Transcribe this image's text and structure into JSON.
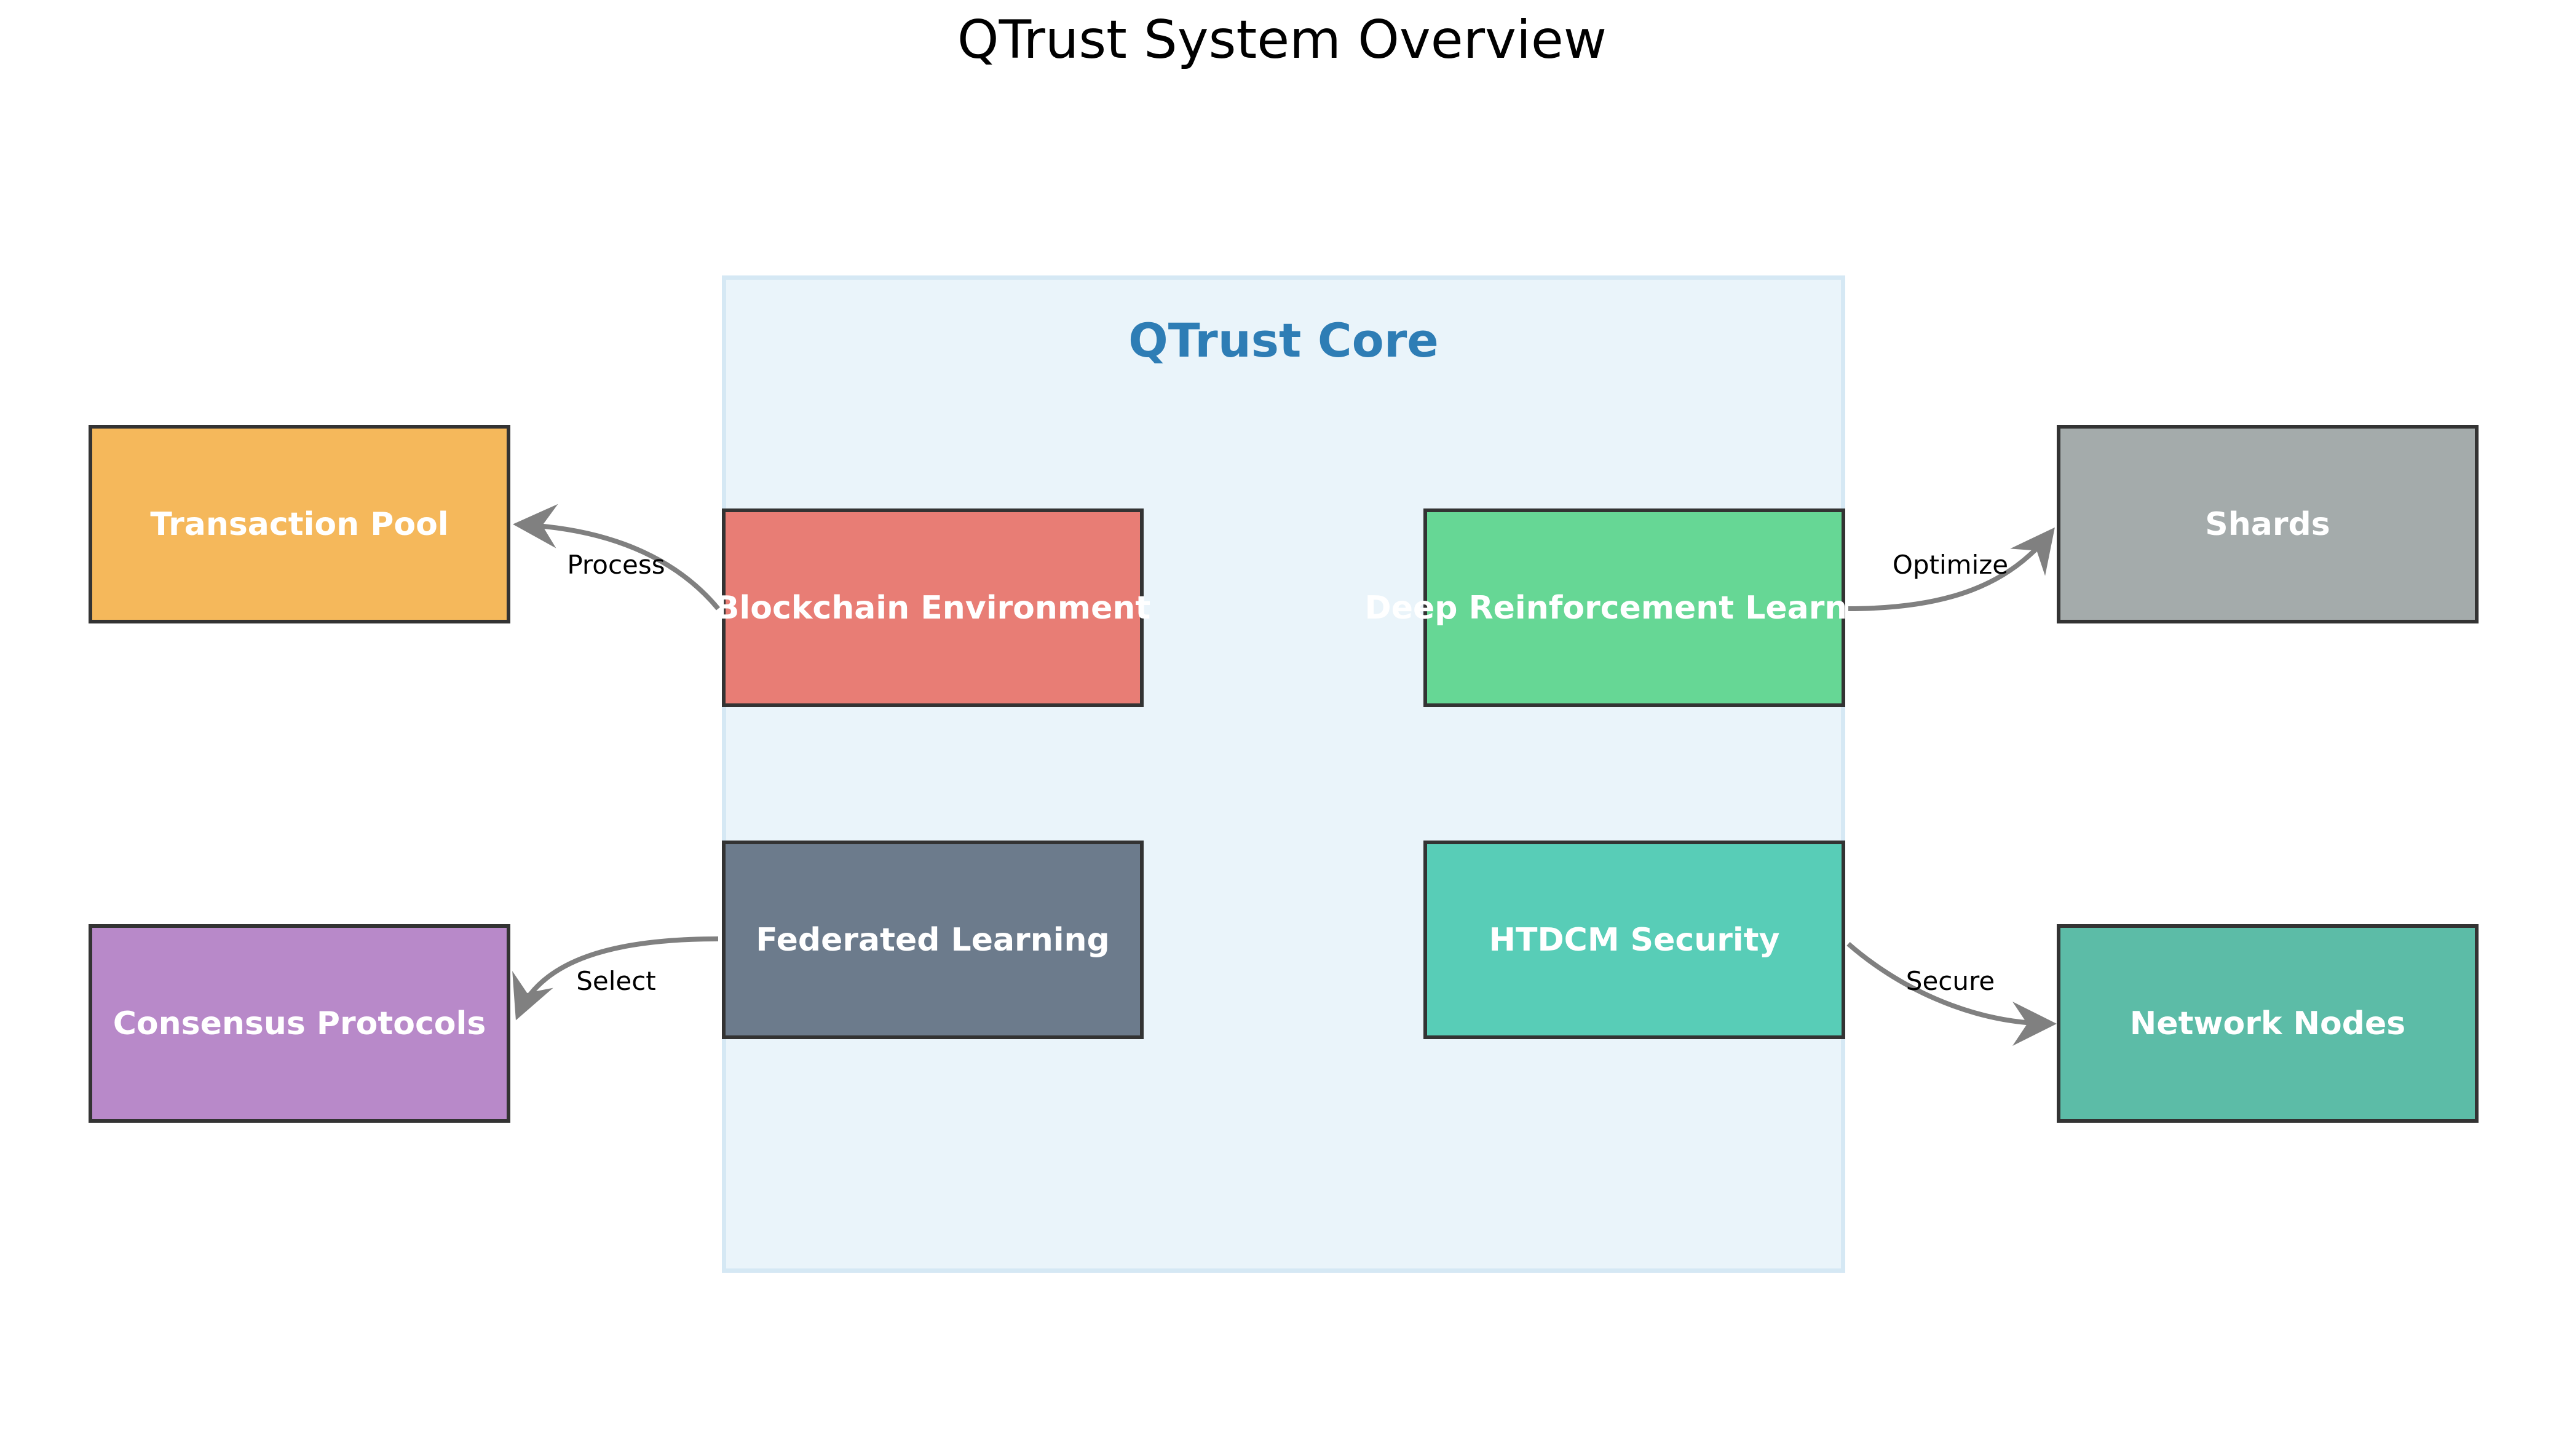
{
  "title": "QTrust System Overview",
  "core": {
    "title": "QTrust Core",
    "title_color": "#2e7db5",
    "fill_color": "#eaf4fa"
  },
  "nodes": {
    "blockchain_environment": {
      "label": "Blockchain Environment",
      "color": "#e87d75"
    },
    "deep_reinforcement_learning": {
      "label": "Deep Reinforcement Learning",
      "color": "#66d795"
    },
    "federated_learning": {
      "label": "Federated Learning",
      "color": "#6c7b8c"
    },
    "htdcm_security": {
      "label": "HTDCM Security",
      "color": "#58cdb7"
    },
    "transaction_pool": {
      "label": "Transaction Pool",
      "color": "#f5b85b"
    },
    "consensus_protocols": {
      "label": "Consensus Protocols",
      "color": "#b889c9"
    },
    "shards": {
      "label": "Shards",
      "color": "#a4abab"
    },
    "network_nodes": {
      "label": "Network Nodes",
      "color": "#5cbca7"
    }
  },
  "edges": {
    "process": {
      "label": "Process",
      "from": "Blockchain Environment",
      "to": "Transaction Pool"
    },
    "select": {
      "label": "Select",
      "from": "Federated Learning",
      "to": "Consensus Protocols"
    },
    "optimize": {
      "label": "Optimize",
      "from": "Deep Reinforcement Learning",
      "to": "Shards"
    },
    "secure": {
      "label": "Secure",
      "from": "HTDCM Security",
      "to": "Network Nodes"
    }
  },
  "edge_color": "#808080"
}
